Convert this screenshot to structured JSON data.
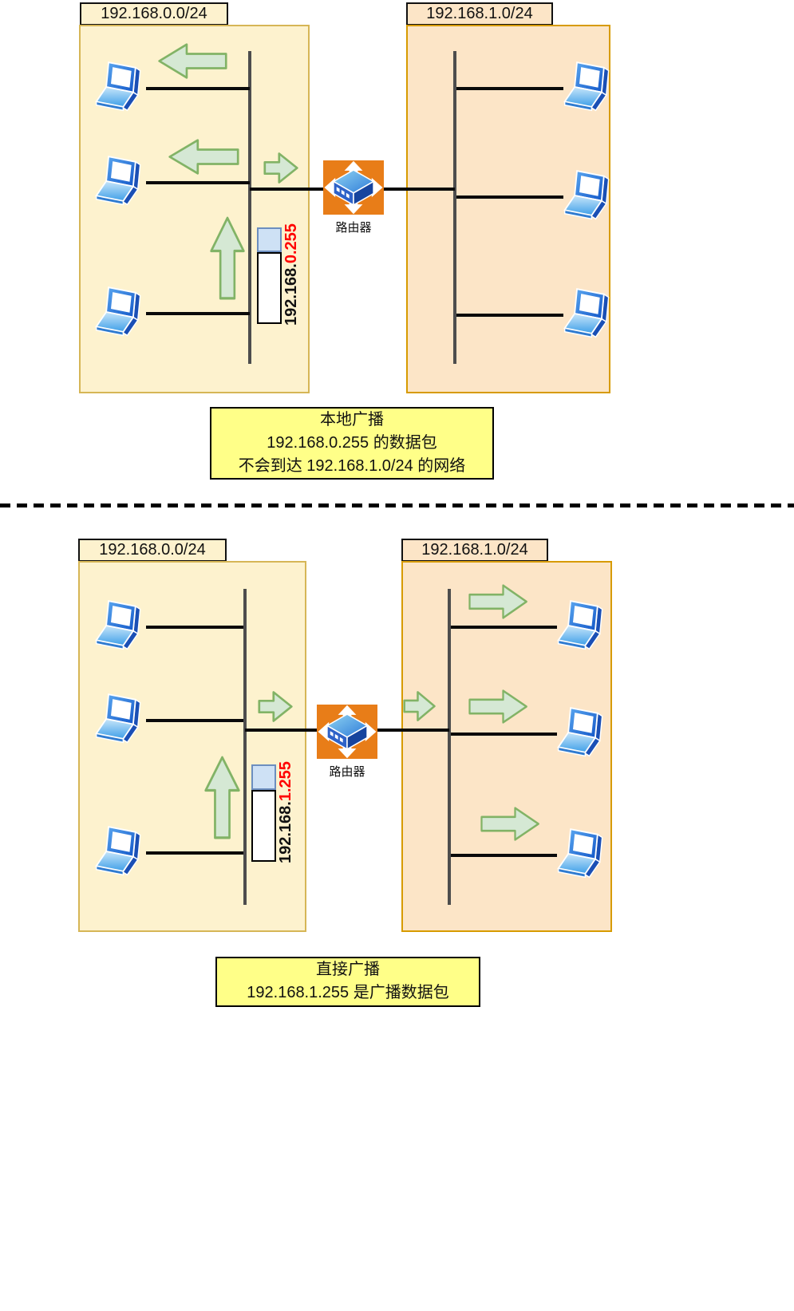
{
  "colors": {
    "left_network_fill": "#FDF2CE",
    "left_network_border": "#D6B656",
    "right_network_fill": "#FCE5C7",
    "right_network_border": "#D79B00",
    "arrow_fill": "#D5E8D4",
    "arrow_stroke": "#82B366",
    "router_orange": "#E87D18",
    "packet_header_fill": "#CEE1F5",
    "packet_header_border": "#6C8EBF",
    "caption_fill": "#FFFF88",
    "highlight_red": "#FF0000"
  },
  "icons": {
    "laptop": "laptop-icon",
    "router": "router-icon",
    "broadcast_arrow": "broadcast-arrow-icon",
    "packet": "packet-icon"
  },
  "diagram_top": {
    "left_network_label": "192.168.0.0/24",
    "right_network_label": "192.168.1.0/24",
    "router_label": "路由器",
    "packet_label_prefix": "192.168.",
    "packet_label_highlight": "0.255",
    "caption_line1": "本地广播",
    "caption_line2": "192.168.0.255 的数据包",
    "caption_line3": "不会到达 192.168.1.0/24 的网络"
  },
  "diagram_bottom": {
    "left_network_label": "192.168.0.0/24",
    "right_network_label": "192.168.1.0/24",
    "router_label": "路由器",
    "packet_label_prefix": "192.168.",
    "packet_label_highlight": "1.255",
    "caption_line1": "直接广播",
    "caption_line2": "192.168.1.255 是广播数据包"
  }
}
